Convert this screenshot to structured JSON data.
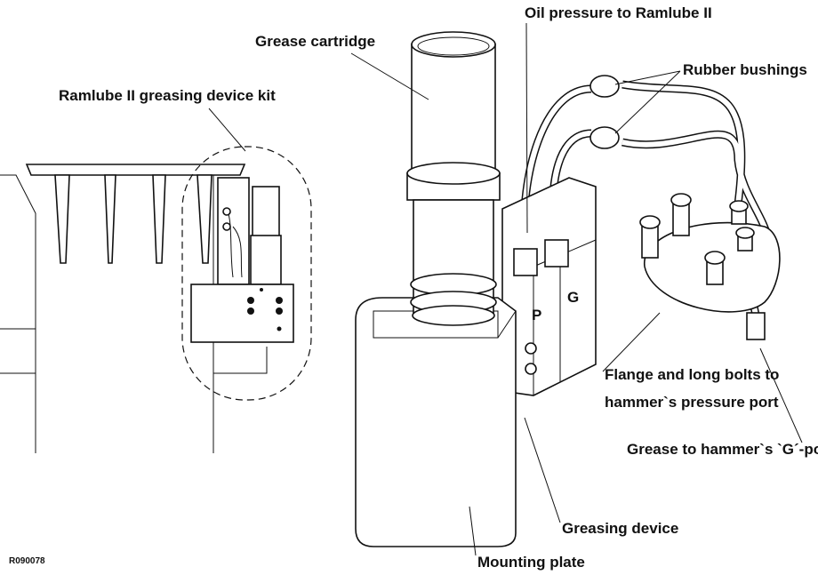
{
  "figure_id": "R090078",
  "labels": {
    "oil_pressure": "Oil pressure to Ramlube II",
    "grease_cartridge": "Grease cartridge",
    "rubber_bushings": "Rubber bushings",
    "kit": "Ramlube II greasing device kit",
    "port_p": "P",
    "port_g": "G",
    "flange_line1": "Flange and long bolts to",
    "flange_line2": "hammer`s pressure port",
    "grease_port": "Grease to hammer`s `G´-port",
    "greasing_device": "Greasing device",
    "mounting_plate": "Mounting plate"
  }
}
